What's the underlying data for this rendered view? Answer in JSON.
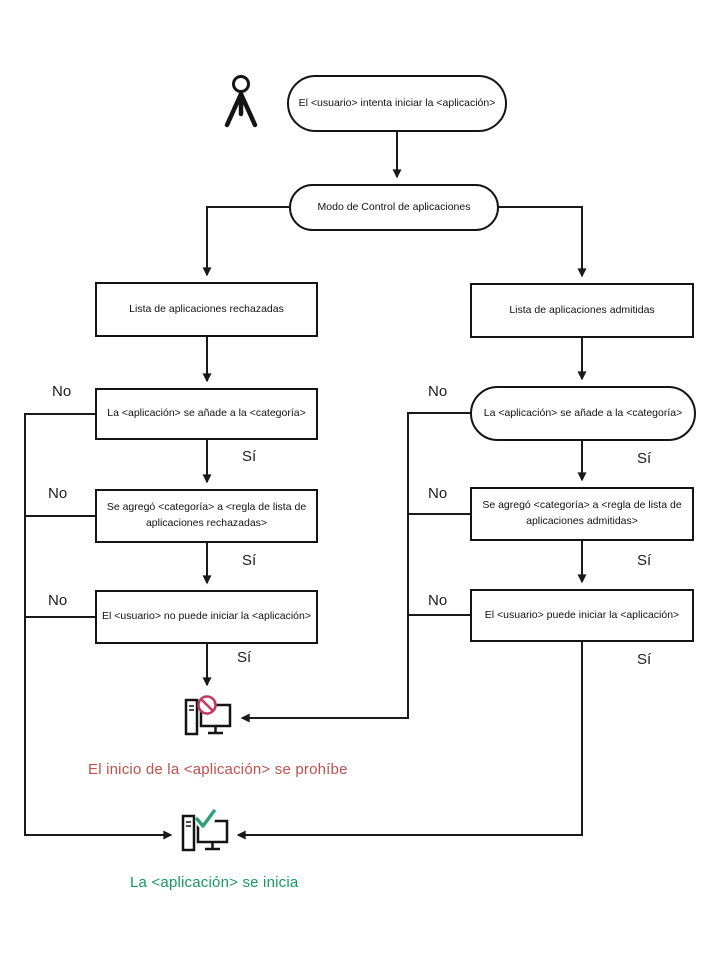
{
  "diagram": {
    "name": "application-control-mode-flowchart",
    "line_color": "#1a1a1a"
  },
  "nodes": {
    "start": "El <usuario> intenta iniciar la <aplicación>",
    "mode": "Modo de Control de aplicaciones",
    "denylist": "Lista de aplicaciones rechazadas",
    "allowlist": "Lista de aplicaciones admitidas",
    "deny_category": "La <aplicación> se añade a la <categoría>",
    "allow_category": "La <aplicación> se añade a la <categoría>",
    "deny_rule": "Se agregó <categoría> a <regla de lista de aplicaciones rechazadas>",
    "allow_rule": "Se agregó <categoría> a <regla de lista de aplicaciones admitidas>",
    "deny_result": "El <usuario> no puede iniciar la <aplicación>",
    "allow_result": "El <usuario> puede iniciar la <aplicación>"
  },
  "labels": {
    "yes": "Sí",
    "no": "No"
  },
  "outcomes": {
    "blocked": {
      "text": "El inicio de la <aplicación> se prohíbe",
      "color": "#c0504d"
    },
    "started": {
      "text": "La <aplicación> se inicia",
      "color": "#169a62"
    }
  },
  "icons": {
    "user": "user-icon",
    "blocked": "computer-blocked-icon",
    "blocked_badge_color": "#c23a64",
    "started": "computer-started-icon",
    "check_color": "#2ba179"
  }
}
